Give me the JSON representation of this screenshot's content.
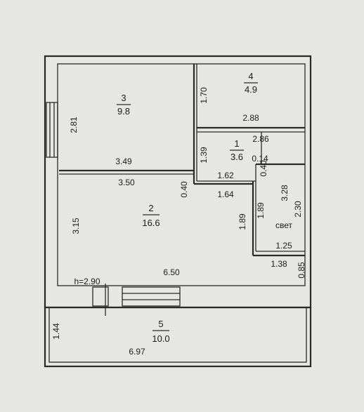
{
  "rooms": [
    {
      "id": "3",
      "area": "9.8"
    },
    {
      "id": "4",
      "area": "4.9"
    },
    {
      "id": "1",
      "area": "3.6"
    },
    {
      "id": "2",
      "area": "16.6"
    },
    {
      "id": "5",
      "area": "10.0"
    }
  ],
  "dimensions": {
    "d_2_81": "2.81",
    "d_3_49": "3.49",
    "d_1_70": "1.70",
    "d_2_88": "2.88",
    "d_2_86": "2.86",
    "d_1_39": "1.39",
    "d_0_14": "0.14",
    "d_1_62": "1.62",
    "d_0_40_a": "0.40",
    "d_3_50": "3.50",
    "d_0_40_b": "0.40",
    "d_1_64": "1.64",
    "d_3_28": "3.28",
    "d_2_30": "2.30",
    "d_1_89_a": "1.89",
    "d_1_89_b": "1.89",
    "d_3_15": "3.15",
    "d_1_25": "1.25",
    "d_1_38": "1.38",
    "d_0_85": "0.85",
    "d_6_50": "6.50",
    "d_1_44": "1.44",
    "d_6_97": "6.97"
  },
  "labels": {
    "height": "h=2.90",
    "svet": "свет"
  }
}
